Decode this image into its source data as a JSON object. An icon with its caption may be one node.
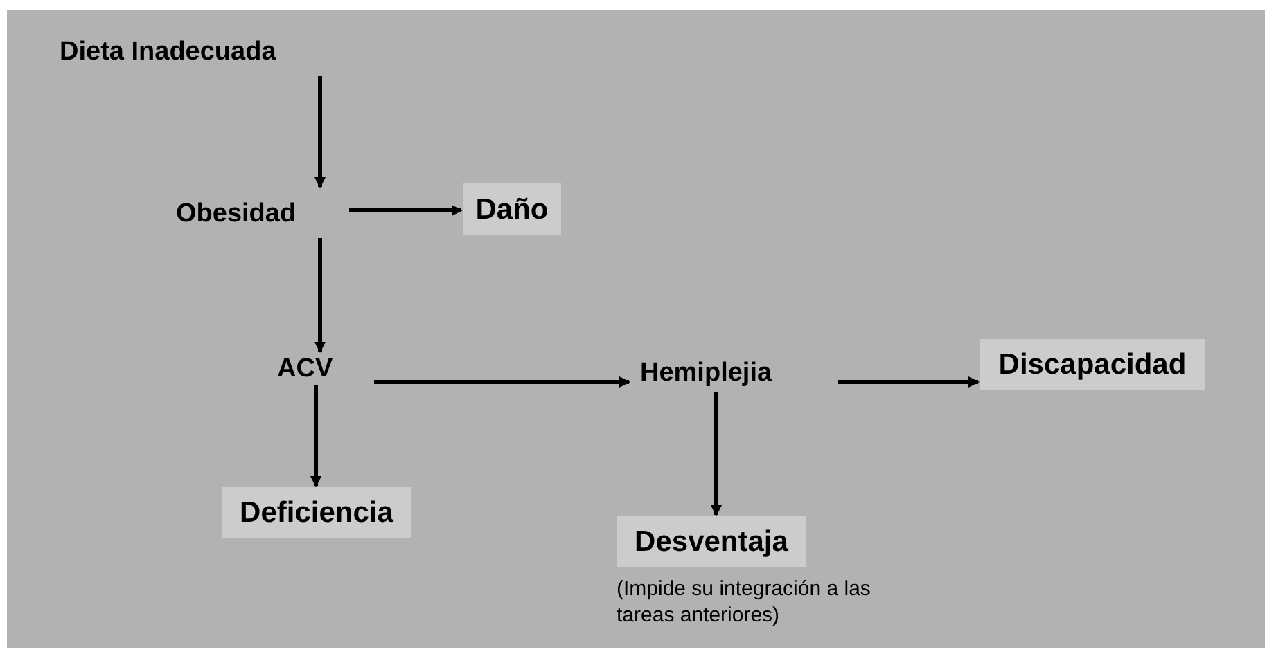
{
  "diagram": {
    "nodes": [
      {
        "text": [
          "Dieta Inadecuada"
        ]
      },
      {
        "text": [
          "Obesidad"
        ]
      },
      {
        "text": [
          "Daño"
        ]
      },
      {
        "text": [
          "ACV"
        ]
      },
      {
        "text": [
          "Hemiplejia"
        ]
      },
      {
        "text": [
          "Discapacidad"
        ]
      },
      {
        "text": [
          "Deficiencia"
        ]
      },
      {
        "text": [
          "Desventaja"
        ],
        "beside": [
          "(Impide su integración a las tareas anteriores)"
        ]
      }
    ],
    "edges": [
      {
        "from": 0,
        "to": 1,
        "arrow": "to"
      },
      {
        "from": 1,
        "to": 2,
        "arrow": "to"
      },
      {
        "from": 1,
        "to": 3,
        "arrow": "to"
      },
      {
        "from": 3,
        "to": 4,
        "arrow": "to"
      },
      {
        "from": 4,
        "to": 5,
        "arrow": "to"
      },
      {
        "from": 3,
        "to": 6,
        "arrow": "to"
      },
      {
        "from": 4,
        "to": 7,
        "arrow": "to"
      }
    ]
  }
}
